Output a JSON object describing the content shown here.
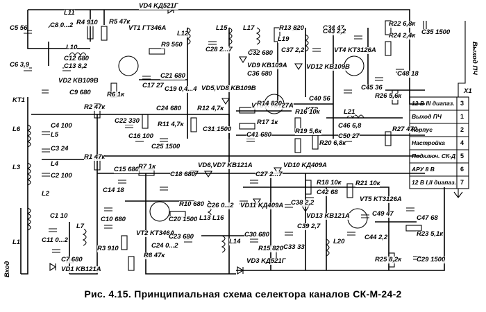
{
  "caption": "Рис. 4.15. Принципиальная схема селектора каналов СК-М-24-2",
  "labels": [
    {
      "id": "vd4",
      "text": "VD4 KД521Г"
    },
    {
      "id": "r5",
      "text": "R5 47к"
    },
    {
      "id": "vt1",
      "text": "VT1 ГТ346А"
    },
    {
      "id": "r4",
      "text": "R4 910"
    },
    {
      "id": "l11",
      "text": "L11"
    },
    {
      "id": "c5",
      "text": "C5 56"
    },
    {
      "id": "c8",
      "text": "C8 0...2"
    },
    {
      "id": "l10",
      "text": "L10"
    },
    {
      "id": "c12",
      "text": "C12 680"
    },
    {
      "id": "c13",
      "text": "C13 8,2"
    },
    {
      "id": "vd2",
      "text": "VD2 KB109В"
    },
    {
      "id": "c6",
      "text": "C6 3,9"
    },
    {
      "id": "r9",
      "text": "R9 560"
    },
    {
      "id": "c21",
      "text": "C21 680"
    },
    {
      "id": "c19",
      "text": "C19 0,4...4"
    },
    {
      "id": "c17",
      "text": "C17 27"
    },
    {
      "id": "r6",
      "text": "R6 1к"
    },
    {
      "id": "c9",
      "text": "C9 680"
    },
    {
      "id": "kt1",
      "text": "KT1"
    },
    {
      "id": "l12",
      "text": "L12"
    },
    {
      "id": "l15",
      "text": "L15"
    },
    {
      "id": "c28",
      "text": "C28 2...7"
    },
    {
      "id": "l17",
      "text": "L17"
    },
    {
      "id": "c32",
      "text": "C32 680"
    },
    {
      "id": "r13",
      "text": "R13 820"
    },
    {
      "id": "c34",
      "text": "C34 47"
    },
    {
      "id": "l19",
      "text": "L19"
    },
    {
      "id": "c37",
      "text": "C37 2,2"
    },
    {
      "id": "c43",
      "text": "C43 2,2"
    },
    {
      "id": "r22",
      "text": "R22 6,8к"
    },
    {
      "id": "r24",
      "text": "R24 2,4к"
    },
    {
      "id": "c35",
      "text": "C35 1500"
    },
    {
      "id": "vt4",
      "text": "VT4 KT3126А"
    },
    {
      "id": "vd9",
      "text": "VD9 KB109А"
    },
    {
      "id": "vd12",
      "text": "VD12 KB109В"
    },
    {
      "id": "vt3",
      "text": "VT3 KT3127А"
    },
    {
      "id": "c36",
      "text": "C36 680"
    },
    {
      "id": "c45",
      "text": "C45 36"
    },
    {
      "id": "c48",
      "text": "C48 18"
    },
    {
      "id": "r26",
      "text": "R26 5,6к"
    },
    {
      "id": "vd5",
      "text": "VD5,VD8 KB109В"
    },
    {
      "id": "r14",
      "text": "R14 820"
    },
    {
      "id": "c40",
      "text": "C40 56"
    },
    {
      "id": "kt2",
      "text": "KT2"
    },
    {
      "id": "l21",
      "text": "L21"
    },
    {
      "id": "c22",
      "text": "C22 330"
    },
    {
      "id": "c24",
      "text": "C24 680"
    },
    {
      "id": "r11",
      "text": "R11 4,7к"
    },
    {
      "id": "r12",
      "text": "R12 4,7к"
    },
    {
      "id": "c31",
      "text": "C31 1500"
    },
    {
      "id": "r17",
      "text": "R17 1к"
    },
    {
      "id": "c41",
      "text": "C41 680"
    },
    {
      "id": "r16",
      "text": "R16 10к"
    },
    {
      "id": "r19",
      "text": "R19 5,6к"
    },
    {
      "id": "r20",
      "text": "R20 6,8к"
    },
    {
      "id": "c46",
      "text": "C46 6,8"
    },
    {
      "id": "c50",
      "text": "C50 27"
    },
    {
      "id": "r27",
      "text": "R27 470"
    },
    {
      "id": "c4",
      "text": "C4 100"
    },
    {
      "id": "l6",
      "text": "L6"
    },
    {
      "id": "l5",
      "text": "L5"
    },
    {
      "id": "c3",
      "text": "C3 24"
    },
    {
      "id": "l4",
      "text": "L4"
    },
    {
      "id": "l3",
      "text": "L3"
    },
    {
      "id": "c2",
      "text": "C2 100"
    },
    {
      "id": "r2",
      "text": "R2 47к"
    },
    {
      "id": "r1",
      "text": "R1 47к"
    },
    {
      "id": "c16",
      "text": "C16 100"
    },
    {
      "id": "c25",
      "text": "C25 1500"
    },
    {
      "id": "c15",
      "text": "C15 680"
    },
    {
      "id": "r7",
      "text": "R7 1к"
    },
    {
      "id": "c18",
      "text": "C18 680"
    },
    {
      "id": "vd6",
      "text": "VD6,VD7 KB121А"
    },
    {
      "id": "c27",
      "text": "C27 2...7"
    },
    {
      "id": "vd10",
      "text": "VD10 KД409А"
    },
    {
      "id": "r18",
      "text": "R18 10к"
    },
    {
      "id": "c42",
      "text": "C42 68"
    },
    {
      "id": "r21",
      "text": "R21 10к"
    },
    {
      "id": "c14",
      "text": "C14 18"
    },
    {
      "id": "r10",
      "text": "R10 680"
    },
    {
      "id": "c20",
      "text": "C20 1500"
    },
    {
      "id": "vt2",
      "text": "VT2 KT346А"
    },
    {
      "id": "c26",
      "text": "C26 0...2"
    },
    {
      "id": "l13",
      "text": "L13 L16"
    },
    {
      "id": "vd11",
      "text": "VD11 KД409А"
    },
    {
      "id": "c38",
      "text": "C38 2,2"
    },
    {
      "id": "vd13",
      "text": "VD13 KB121А"
    },
    {
      "id": "vt5",
      "text": "VT5 KT3126А"
    },
    {
      "id": "c49",
      "text": "C49 47"
    },
    {
      "id": "c47",
      "text": "C47 68"
    },
    {
      "id": "l2",
      "text": "L2"
    },
    {
      "id": "c1",
      "text": "C1 10"
    },
    {
      "id": "c10",
      "text": "C10 680"
    },
    {
      "id": "r3",
      "text": "R3 910"
    },
    {
      "id": "c23",
      "text": "C23 680"
    },
    {
      "id": "c24b",
      "text": "C24 0...2"
    },
    {
      "id": "r8",
      "text": "R8 47к"
    },
    {
      "id": "l14",
      "text": "L14"
    },
    {
      "id": "c30",
      "text": "C30 680"
    },
    {
      "id": "r15",
      "text": "R15 820"
    },
    {
      "id": "c33",
      "text": "C33 33"
    },
    {
      "id": "c39",
      "text": "C39 2,7"
    },
    {
      "id": "l20",
      "text": "L20"
    },
    {
      "id": "c44",
      "text": "C44 2,2"
    },
    {
      "id": "r23",
      "text": "R23 5,1к"
    },
    {
      "id": "r25",
      "text": "R25 8,2к"
    },
    {
      "id": "c29",
      "text": "C29 1500"
    },
    {
      "id": "l1",
      "text": "L1"
    },
    {
      "id": "c11",
      "text": "C11 0...2"
    },
    {
      "id": "l7",
      "text": "L7"
    },
    {
      "id": "c7",
      "text": "C7 680"
    },
    {
      "id": "vd1",
      "text": "VD1 KB121А"
    },
    {
      "id": "vd3",
      "text": "VD3 KД521Г"
    },
    {
      "id": "input",
      "text": "Вход"
    },
    {
      "id": "output",
      "text": "Выход ПЧ"
    },
    {
      "id": "x1",
      "text": "X1"
    }
  ],
  "connector": {
    "rows": [
      {
        "label": "12 В III диапаз.",
        "num": "3"
      },
      {
        "label": "Выход ПЧ",
        "num": "1"
      },
      {
        "label": "Корпус",
        "num": "2"
      },
      {
        "label": "Настройка",
        "num": "4"
      },
      {
        "label": "Подключ. СК-Д",
        "num": "5"
      },
      {
        "label": "АРУ 8 В",
        "num": "6"
      },
      {
        "label": "12 В I,II диапаз.",
        "num": "7"
      }
    ]
  }
}
